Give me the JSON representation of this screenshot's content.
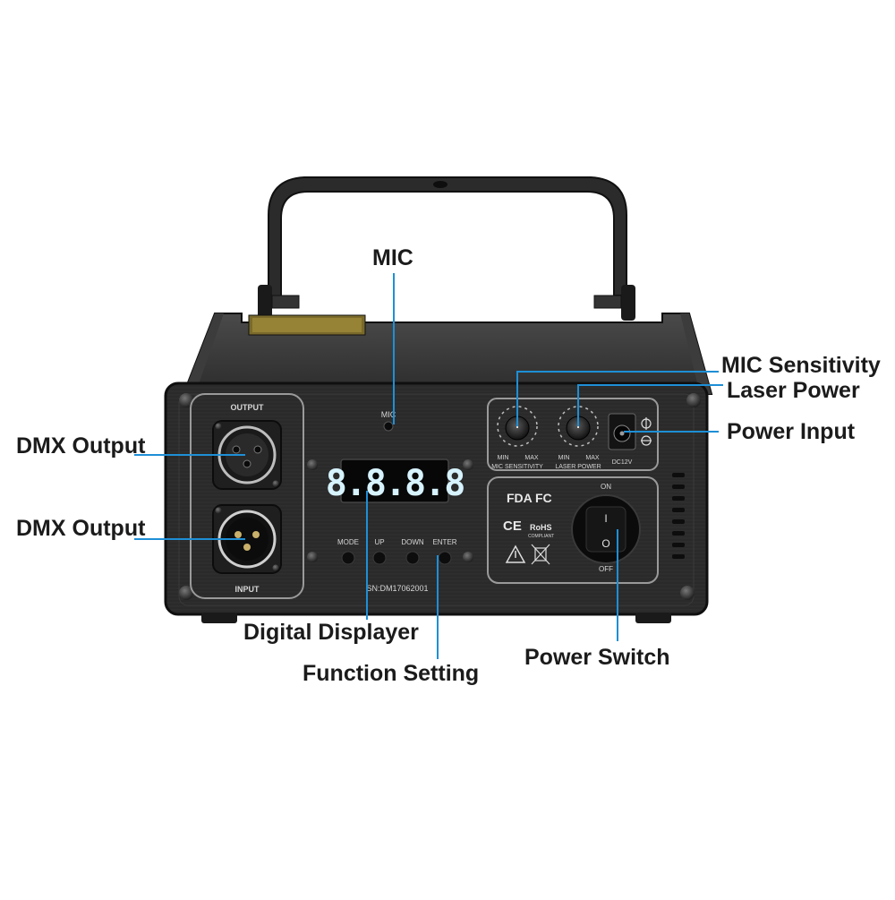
{
  "callouts": {
    "mic": "MIC",
    "mic_sensitivity": "MIC Sensitivity",
    "laser_power": "Laser Power",
    "power_input": "Power Input",
    "dmx_output_top": "DMX Output",
    "dmx_output_bottom": "DMX Output",
    "digital_displayer": "Digital Displayer",
    "function_setting": "Function Setting",
    "power_switch": "Power Switch"
  },
  "panel": {
    "output_label": "OUTPUT",
    "input_label": "INPUT",
    "mic_label": "MIC",
    "display_value": "8.8.8.8",
    "buttons": [
      "MODE",
      "UP",
      "DOWN",
      "ENTER"
    ],
    "serial": "SN:DM17062001",
    "knob1_min": "MIN",
    "knob1_max": "MAX",
    "knob1_name": "MIC SENSITIVITY",
    "knob2_min": "MIN",
    "knob2_max": "MAX",
    "knob2_name": "LASER POWER",
    "dc_label": "DC12V",
    "switch_on": "ON",
    "switch_off": "OFF",
    "switch_symbol_top": "I",
    "switch_symbol_bottom": "O",
    "cert_fda": "FDA",
    "cert_fc": "FC",
    "cert_ce": "CE",
    "cert_rohs": "RoHS",
    "cert_rohs_sub": "COMPLIANT"
  },
  "colors": {
    "callout_line": "#1e8fd6",
    "panel": "#2a2a2a",
    "text": "#1b1b1b",
    "led": "#d6f3ff"
  }
}
